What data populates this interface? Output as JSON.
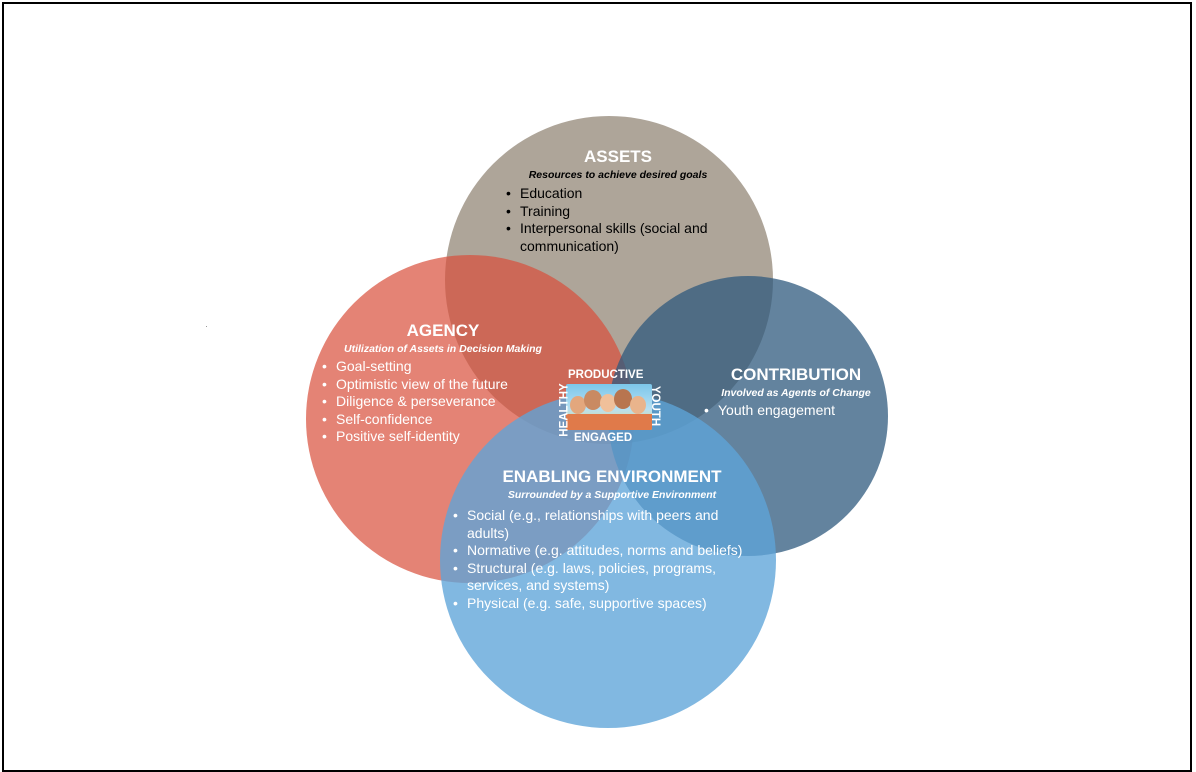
{
  "colors": {
    "assets": "#a59b8e",
    "agency": "#d94f3a",
    "contribution": "#2f5a7e",
    "environment": "#5ea4d8"
  },
  "assets": {
    "title": "ASSETS",
    "subtitle": "Resources to achieve desired goals",
    "items": [
      "Education",
      "Training",
      "Interpersonal skills (social and communication)"
    ]
  },
  "agency": {
    "title": "AGENCY",
    "subtitle": "Utilization of Assets in Decision Making",
    "items": [
      "Goal-setting",
      "Optimistic view of the future",
      "Diligence & perseverance",
      "Self-confidence",
      "Positive self-identity"
    ]
  },
  "contribution": {
    "title": "CONTRIBUTION",
    "subtitle": "Involved as Agents of Change",
    "items": [
      "Youth engagement"
    ]
  },
  "environment": {
    "title": "ENABLING ENVIRONMENT",
    "subtitle": "Surrounded by a Supportive Environment",
    "items": [
      "Social (e.g., relationships with peers and adults)",
      "Normative (e.g. attitudes, norms and beliefs)",
      "Structural (e.g. laws, policies, programs, services, and systems)",
      "Physical (e.g. safe, supportive spaces)"
    ]
  },
  "center": {
    "top": "PRODUCTIVE",
    "left": "HEALTHY",
    "right": "YOUTH",
    "bottom": "ENGAGED"
  }
}
